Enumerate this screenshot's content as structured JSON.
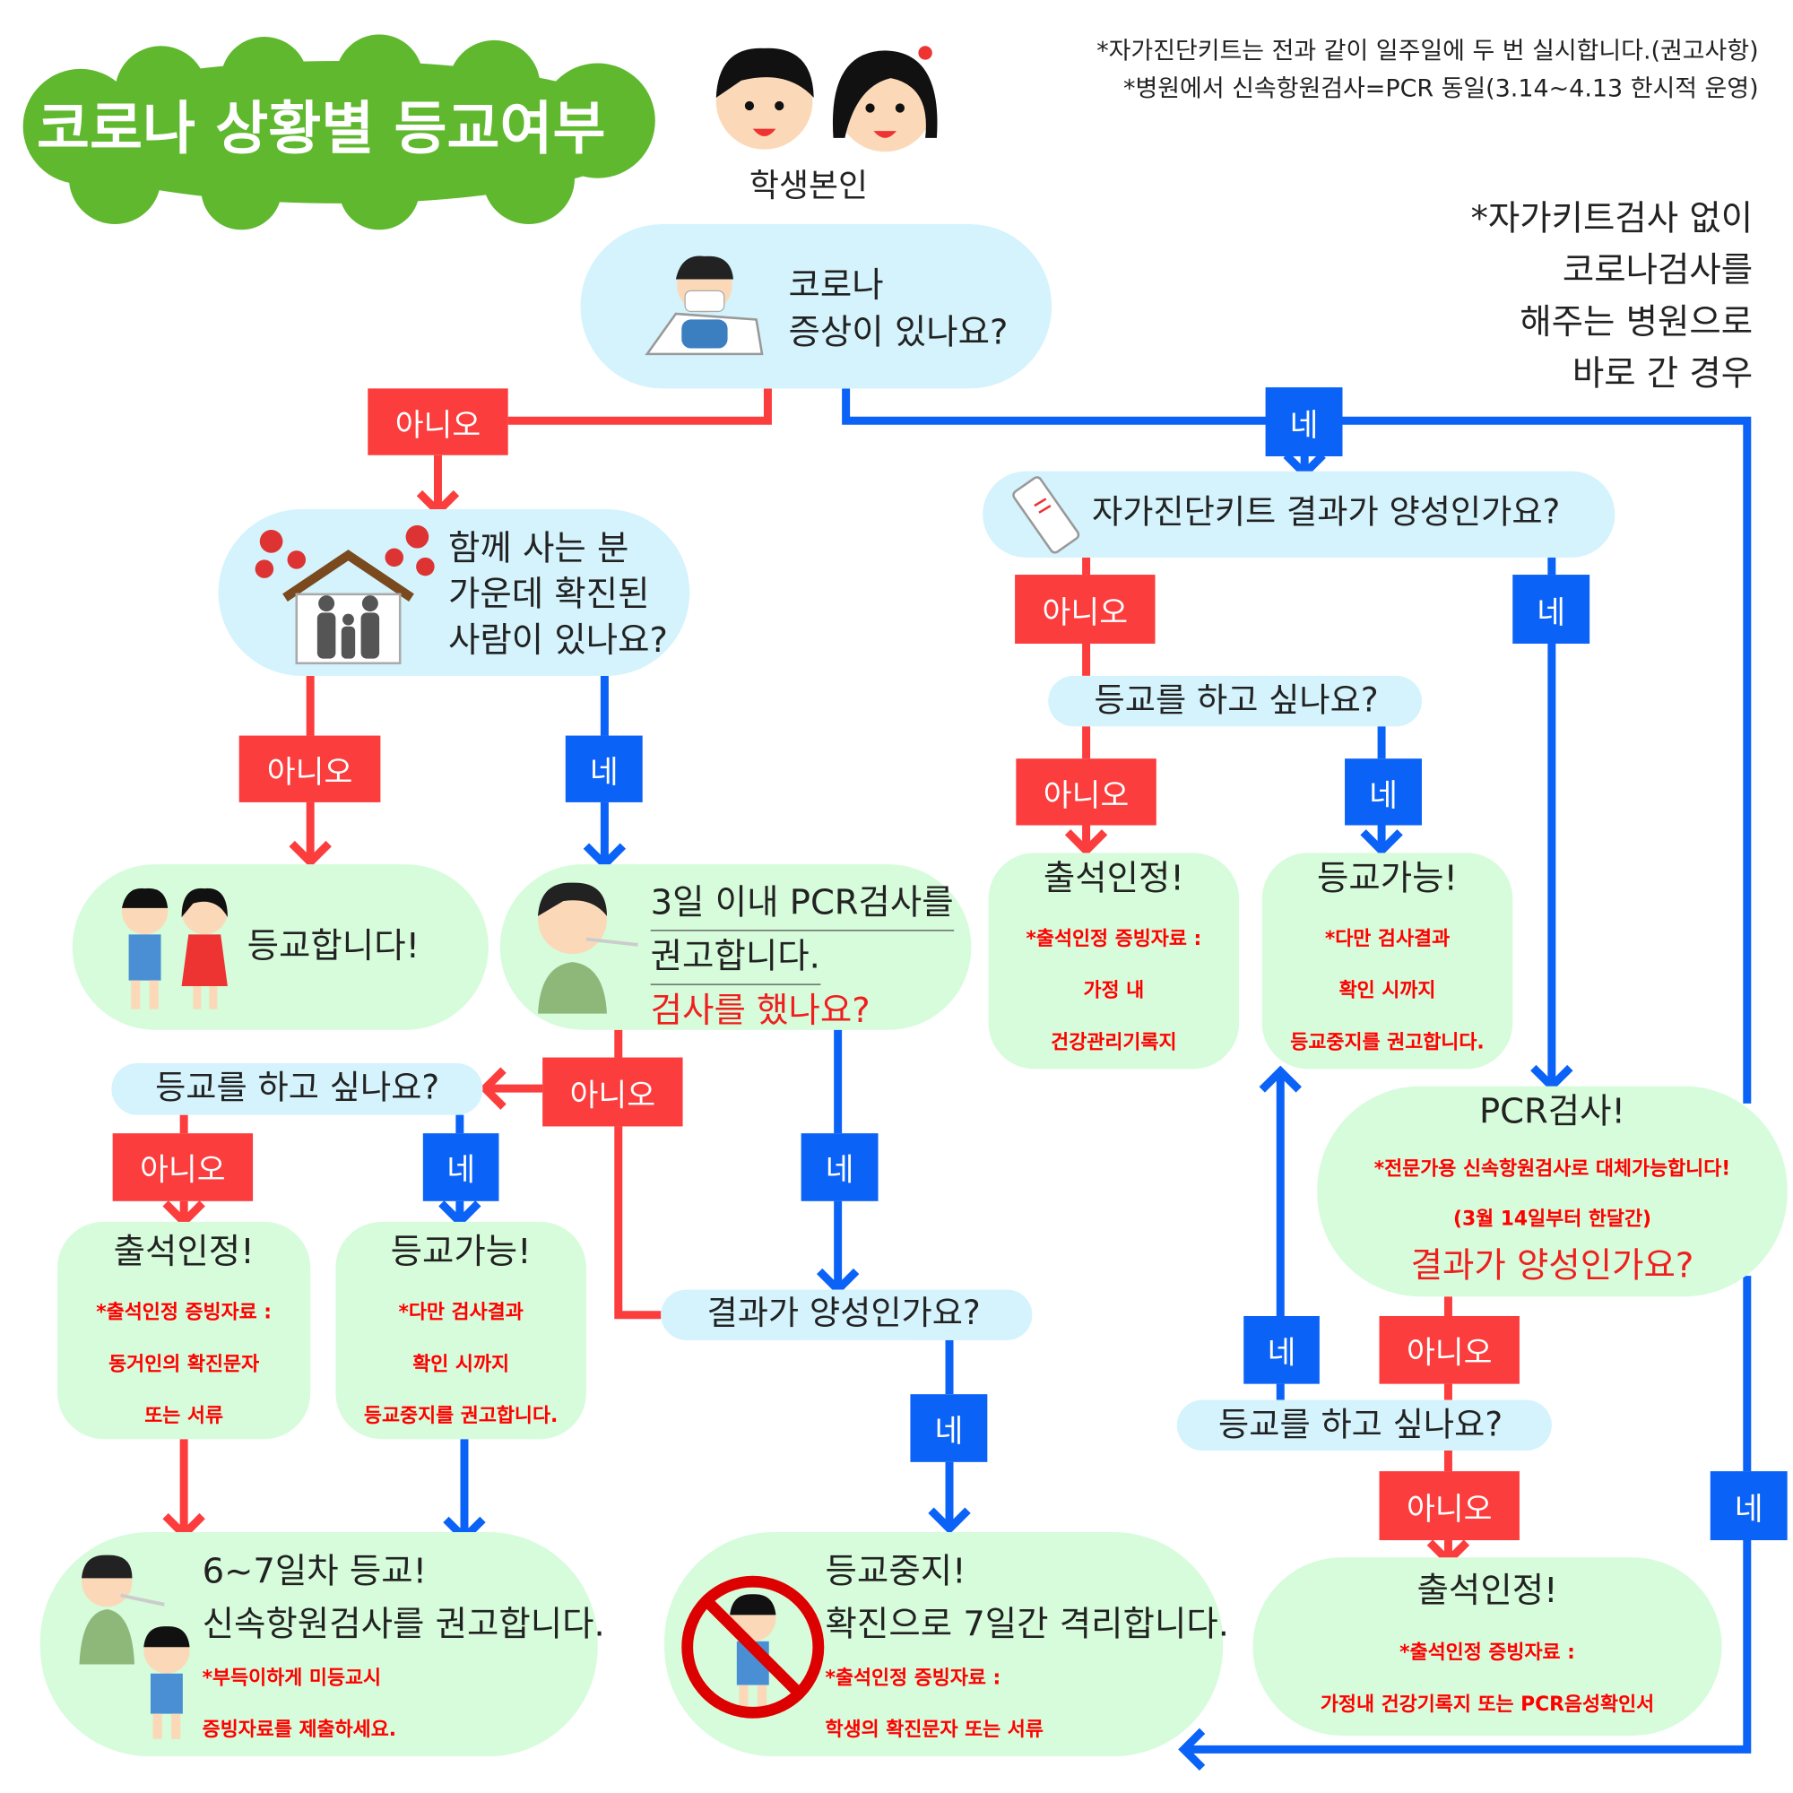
{
  "title": "코로나 상황별 등교여부",
  "student_label": "학생본인",
  "notes": [
    "*자가진단키트는 전과 같이 일주일에 두 번 실시합니다.(권고사항)",
    "*병원에서 신속항원검사=PCR 동일(3.14~4.13 한시적 운영)"
  ],
  "side_note": [
    "*자가키트검사 없이",
    "코로나검사를",
    "해주는 병원으로",
    "바로 간 경우"
  ],
  "q_symptom": [
    "코로나",
    "증상이 있나요?"
  ],
  "q_household": [
    "함께 사는 분",
    "가운데 확진된",
    "사람이 있나요?"
  ],
  "q_kit": "자가진단키트 결과가 양성인가요?",
  "q_want_school": "등교를 하고 싶나요?",
  "q_result": "결과가 양성인가요?",
  "yes": "네",
  "no": "아니오",
  "go_school": "등교합니다!",
  "pcr_rec": {
    "line1": "3일 이내 PCR검사를",
    "line2": "권고합니다.",
    "line3": "검사를 했나요?"
  },
  "attend_home": {
    "title": "출석인정!",
    "notes": [
      "*출석인정 증빙자료 :",
      "가정 내",
      "건강관리기록지"
    ]
  },
  "can_attend": {
    "title": "등교가능!",
    "notes": [
      "*다만 검사결과",
      "확인 시까지",
      "등교중지를 권고합니다."
    ]
  },
  "pcr_test": {
    "title": "PCR검사!",
    "notes": [
      "*전문가용 신속항원검사로 대체가능합니다!",
      "(3월 14일부터 한달간)"
    ],
    "question": "결과가 양성인가요?"
  },
  "attend_family": {
    "title": "출석인정!",
    "notes": [
      "*출석인정 증빙자료 :",
      "동거인의 확진문자",
      "또는 서류"
    ]
  },
  "day67": {
    "line1": "6~7일차 등교!",
    "line2": "신속항원검사를 권고합니다.",
    "notes": [
      "*부득이하게 미등교시",
      "증빙자료를 제출하세요."
    ]
  },
  "stop": {
    "line1": "등교중지!",
    "line2": "확진으로 7일간 격리합니다.",
    "notes": [
      "*출석인정 증빙자료 :",
      "학생의 확진문자 또는 서류"
    ]
  },
  "attend_pcr": {
    "title": "출석인정!",
    "notes": [
      "*출석인정 증빙자료 :",
      "가정내 건강기록지 또는 PCR음성확인서"
    ]
  },
  "colors": {
    "red": "#fb3d3d",
    "blue": "#0b62f6",
    "question_bg": "#d4f3fc",
    "result_bg": "#d6fcdb",
    "title_bg": "#5fb82e"
  }
}
